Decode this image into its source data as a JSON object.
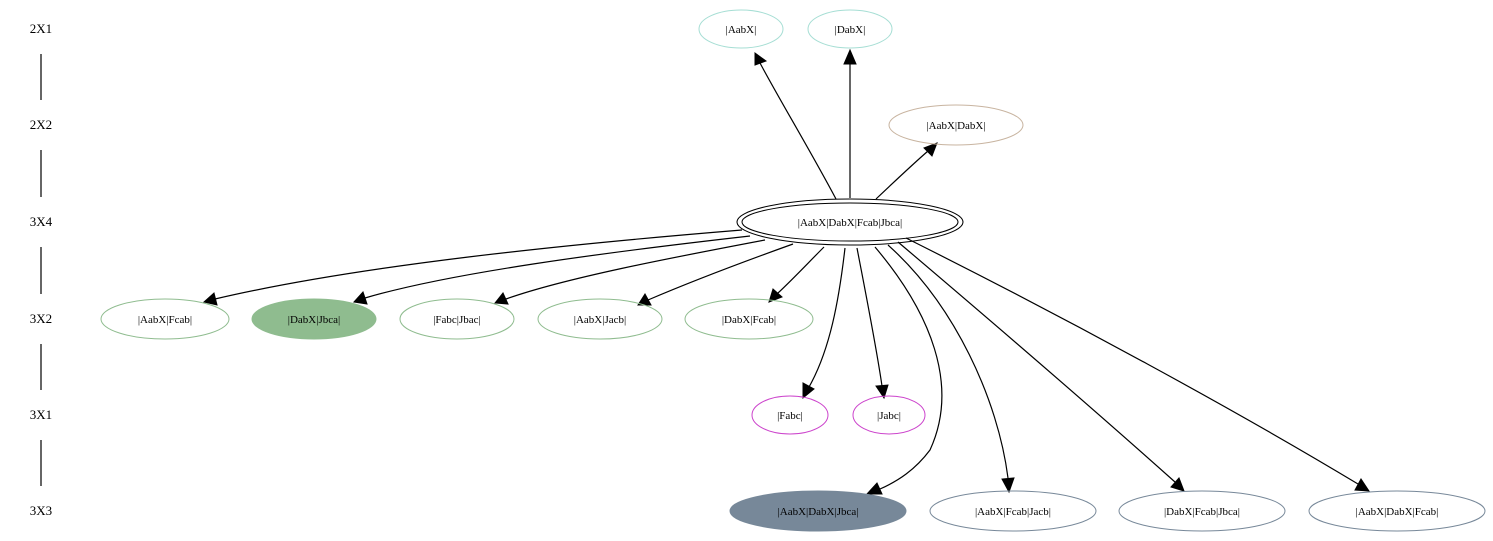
{
  "levels": [
    "2X1",
    "2X2",
    "3X4",
    "3X2",
    "3X1",
    "3X3"
  ],
  "colors": {
    "cyan": "#a6ded4",
    "tan": "#c8b4a0",
    "green": "#8fbc8f",
    "pink": "#cc44cc",
    "slate": "#778899",
    "black": "#000000"
  },
  "nodes": {
    "aabx": {
      "label": "|AabX|",
      "color": "cyan",
      "filled": false
    },
    "dabx": {
      "label": "|DabX|",
      "color": "cyan",
      "filled": false
    },
    "aabx_dabx": {
      "label": "|AabX|DabX|",
      "color": "tan",
      "filled": false
    },
    "root": {
      "label": "|AabX|DabX|Fcab|Jbca|",
      "color": "black",
      "filled": false,
      "double": true
    },
    "aabx_fcab": {
      "label": "|AabX|Fcab|",
      "color": "green",
      "filled": false
    },
    "dabx_jbca": {
      "label": "|DabX|Jbca|",
      "color": "green",
      "filled": true
    },
    "fabc_jbac": {
      "label": "|Fabc|Jbac|",
      "color": "green",
      "filled": false
    },
    "aabx_jacb": {
      "label": "|AabX|Jacb|",
      "color": "green",
      "filled": false
    },
    "dabx_fcab": {
      "label": "|DabX|Fcab|",
      "color": "green",
      "filled": false
    },
    "fabc": {
      "label": "|Fabc|",
      "color": "pink",
      "filled": false
    },
    "jabc": {
      "label": "|Jabc|",
      "color": "pink",
      "filled": false
    },
    "aabx_dabx_jbca": {
      "label": "|AabX|DabX|Jbca|",
      "color": "slate",
      "filled": true
    },
    "aabx_fcab_jacb": {
      "label": "|AabX|Fcab|Jacb|",
      "color": "slate",
      "filled": false
    },
    "dabx_fcab_jbca": {
      "label": "|DabX|Fcab|Jbca|",
      "color": "slate",
      "filled": false
    },
    "aabx_dabx_fcab": {
      "label": "|AabX|DabX|Fcab|",
      "color": "slate",
      "filled": false
    }
  },
  "edges": [
    {
      "from": "root",
      "to": "aabx"
    },
    {
      "from": "root",
      "to": "dabx"
    },
    {
      "from": "root",
      "to": "aabx_dabx"
    },
    {
      "from": "root",
      "to": "aabx_fcab"
    },
    {
      "from": "root",
      "to": "dabx_jbca"
    },
    {
      "from": "root",
      "to": "fabc_jbac"
    },
    {
      "from": "root",
      "to": "aabx_jacb"
    },
    {
      "from": "root",
      "to": "dabx_fcab"
    },
    {
      "from": "root",
      "to": "fabc"
    },
    {
      "from": "root",
      "to": "jabc"
    },
    {
      "from": "root",
      "to": "aabx_dabx_jbca"
    },
    {
      "from": "root",
      "to": "aabx_fcab_jacb"
    },
    {
      "from": "root",
      "to": "dabx_fcab_jbca"
    },
    {
      "from": "root",
      "to": "aabx_dabx_fcab"
    }
  ]
}
